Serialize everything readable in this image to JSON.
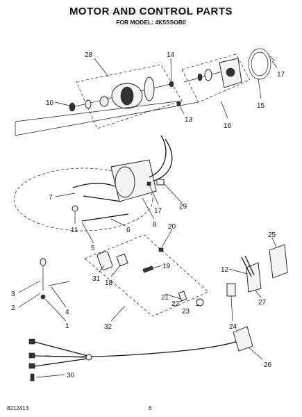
{
  "header": {
    "title": "MOTOR AND CONTROL PARTS",
    "subtitle": "FOR MODEL: 4K5SSOB0",
    "watermark": "AppliancePartsPros.com"
  },
  "footer": {
    "code": "8212413",
    "page_number": "6"
  },
  "callouts": [
    "28",
    "14",
    "17",
    "10",
    "13",
    "15",
    "16",
    "7",
    "17",
    "29",
    "11",
    "8",
    "6",
    "20",
    "5",
    "25",
    "19",
    "12",
    "3",
    "2",
    "4",
    "1",
    "31",
    "18",
    "21",
    "22",
    "23",
    "24",
    "27",
    "32",
    "26",
    "30"
  ]
}
